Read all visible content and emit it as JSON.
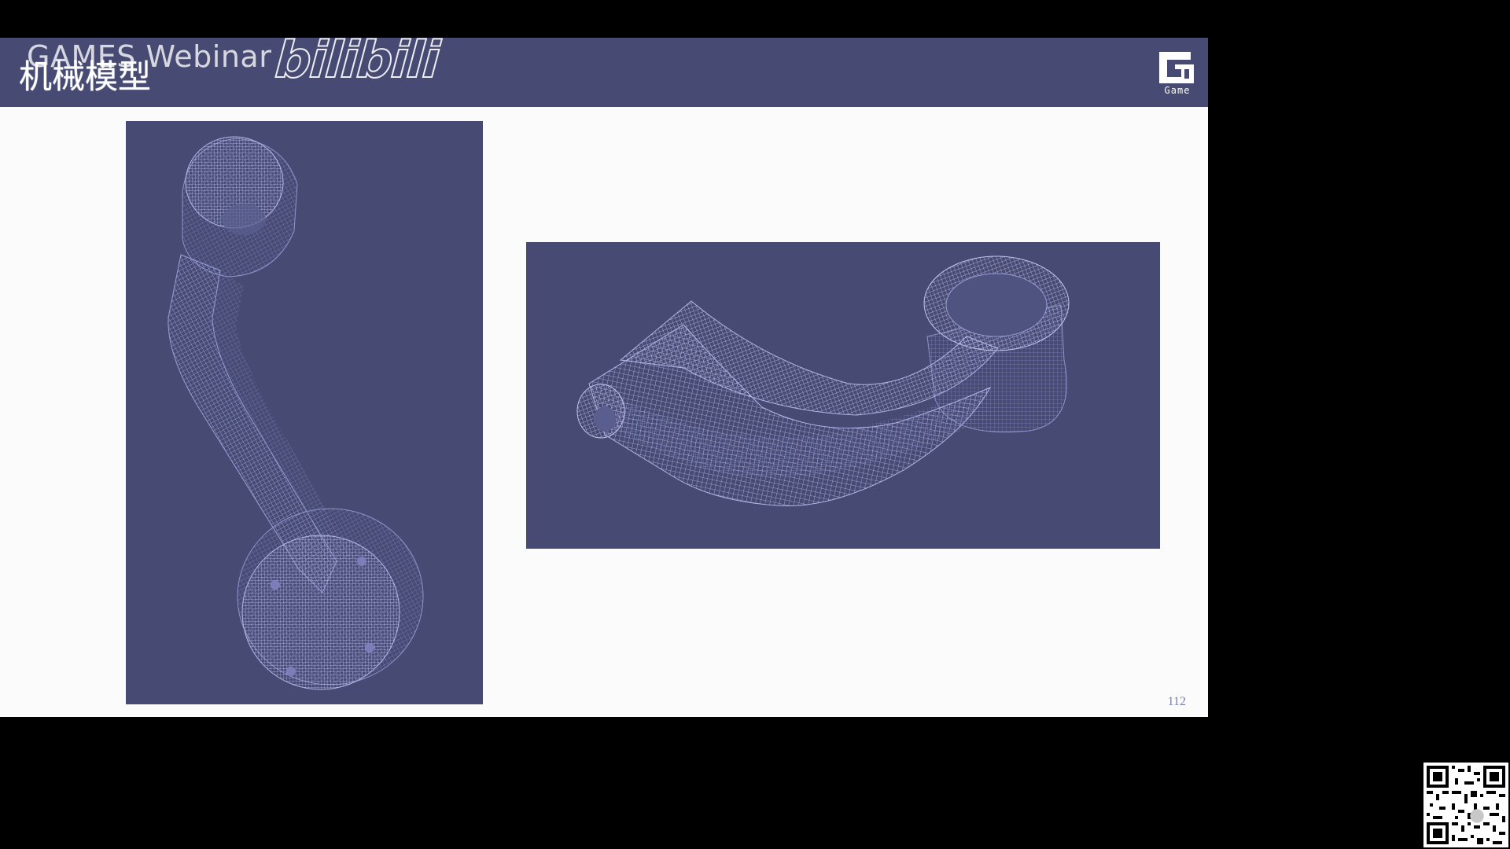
{
  "slide": {
    "title": "机械模型",
    "watermark": "GAMES Webinar",
    "platform_logo": "bilibili",
    "brand_logo_text": "Game",
    "page_number": "112"
  },
  "figures": [
    {
      "name": "mechanical-arm-vertical-mesh",
      "subject": "connecting rod mesh model"
    },
    {
      "name": "mechanical-arm-horizontal-mesh",
      "subject": "curved lever arm mesh model"
    }
  ],
  "colors": {
    "header_bg": "#474b73",
    "figure_bg": "#474b73",
    "mesh_color": "#9b9ed6",
    "slide_bg": "#fbfbfb",
    "outer_bg": "#000000"
  },
  "icons": {
    "games_logo": "games-logo-icon",
    "qr": "qr-code-icon"
  }
}
